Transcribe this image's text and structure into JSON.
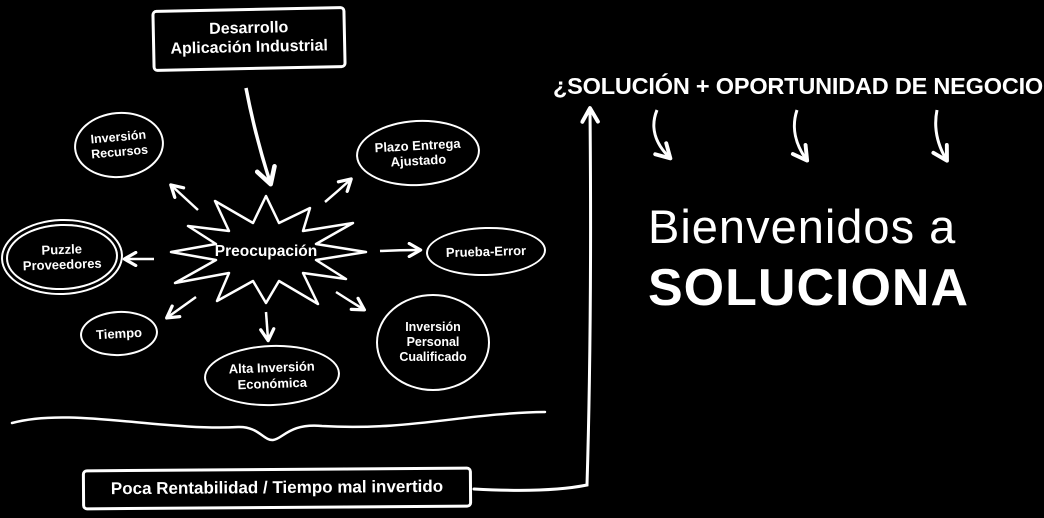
{
  "colors": {
    "background": "#000000",
    "ink": "#ffffff"
  },
  "mindmap": {
    "source_box": "Desarrollo\nAplicación Industrial",
    "center_burst": "Preocupación",
    "nodes": {
      "inversion_recursos": "Inversión\nRecursos",
      "plazo_entrega": "Plazo Entrega\nAjustado",
      "puzzle_proveedores": "Puzzle\nProveedores",
      "prueba_error": "Prueba-Error",
      "tiempo": "Tiempo",
      "alta_inversion": "Alta Inversión\nEconómica",
      "inversion_personal": "Inversión\nPersonal\nCualificado"
    },
    "conclusion_box": "Poca Rentabilidad / Tiempo mal invertido"
  },
  "right_panel": {
    "headline": "¿SOLUCIÓN + OPORTUNIDAD DE NEGOCIO?",
    "welcome_line": "Bienvenidos a",
    "brand": "SOLUCIONA"
  }
}
